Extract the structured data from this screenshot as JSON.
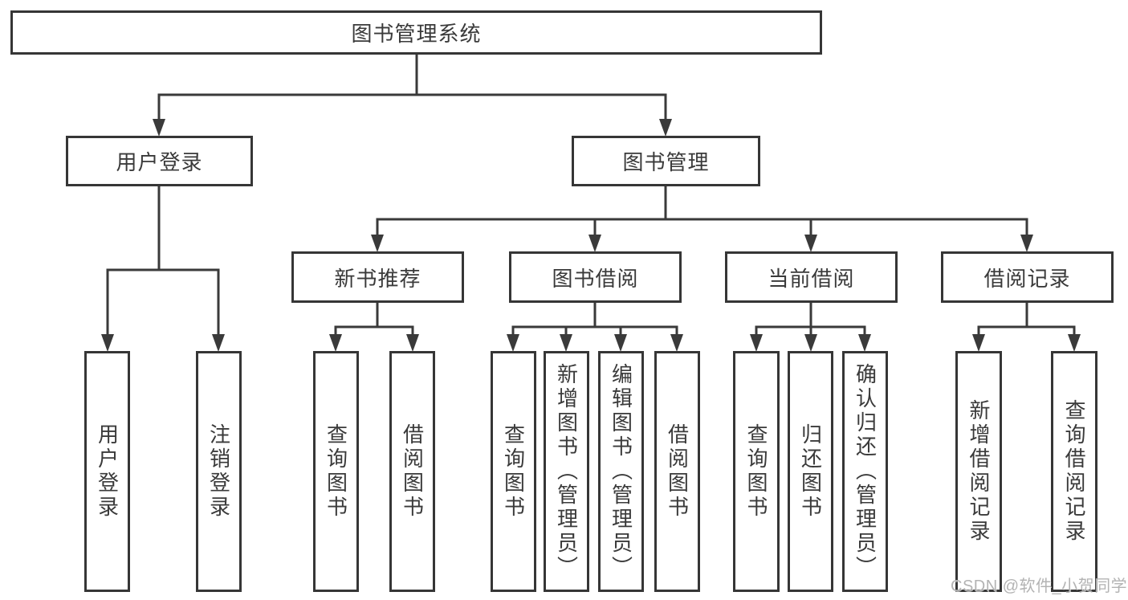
{
  "diagram_type": "hierarchy-tree",
  "tree": {
    "root": "图书管理系统",
    "children": [
      {
        "label": "用户登录",
        "children": [
          {
            "label": "用户登录"
          },
          {
            "label": "注销登录"
          }
        ]
      },
      {
        "label": "图书管理",
        "children": [
          {
            "label": "新书推荐",
            "children": [
              {
                "label": "查询图书"
              },
              {
                "label": "借阅图书"
              }
            ]
          },
          {
            "label": "图书借阅",
            "children": [
              {
                "label": "查询图书"
              },
              {
                "label": "新增图书（管理员）"
              },
              {
                "label": "编辑图书（管理员）"
              },
              {
                "label": "借阅图书"
              }
            ]
          },
          {
            "label": "当前借阅",
            "children": [
              {
                "label": "查询图书"
              },
              {
                "label": "归还图书"
              },
              {
                "label": "确认归还（管理员）"
              }
            ]
          },
          {
            "label": "借阅记录",
            "children": [
              {
                "label": "新增借阅记录"
              },
              {
                "label": "查询借阅记录"
              }
            ]
          }
        ]
      }
    ]
  },
  "watermark": {
    "text": "CSDN @软件_小贺同学"
  },
  "colors": {
    "background": "#ffffff",
    "box_border": "#363636",
    "connector_line": "#3a3a3a",
    "text": "#3a3a3a",
    "watermark_text": "#b3b3b3"
  }
}
